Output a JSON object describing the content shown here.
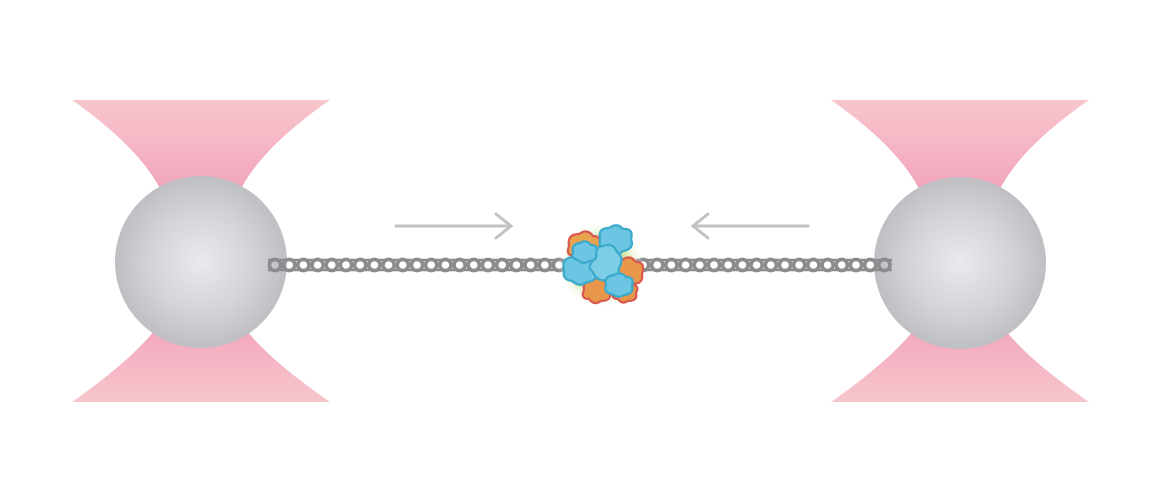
{
  "diagram": {
    "description_labels": [],
    "colors": {
      "background": "#ffffff",
      "laser_beam": "#f2a7b7",
      "bead": "#c9c9cd",
      "bead_highlight": "#e8e8ec",
      "dna": "#8c8c8f",
      "arrow": "#c2c2c4",
      "protein_blue": "#5cc0dc",
      "protein_red": "#d9584f",
      "protein_orange": "#e8974a",
      "protein_glow": "#a9cc6a"
    },
    "elements": {
      "left_trap": "optical-trap",
      "right_trap": "optical-trap",
      "tether": "dna-tether",
      "complex": "protein-complex",
      "arrows": [
        "arrow-right",
        "arrow-left"
      ]
    }
  }
}
